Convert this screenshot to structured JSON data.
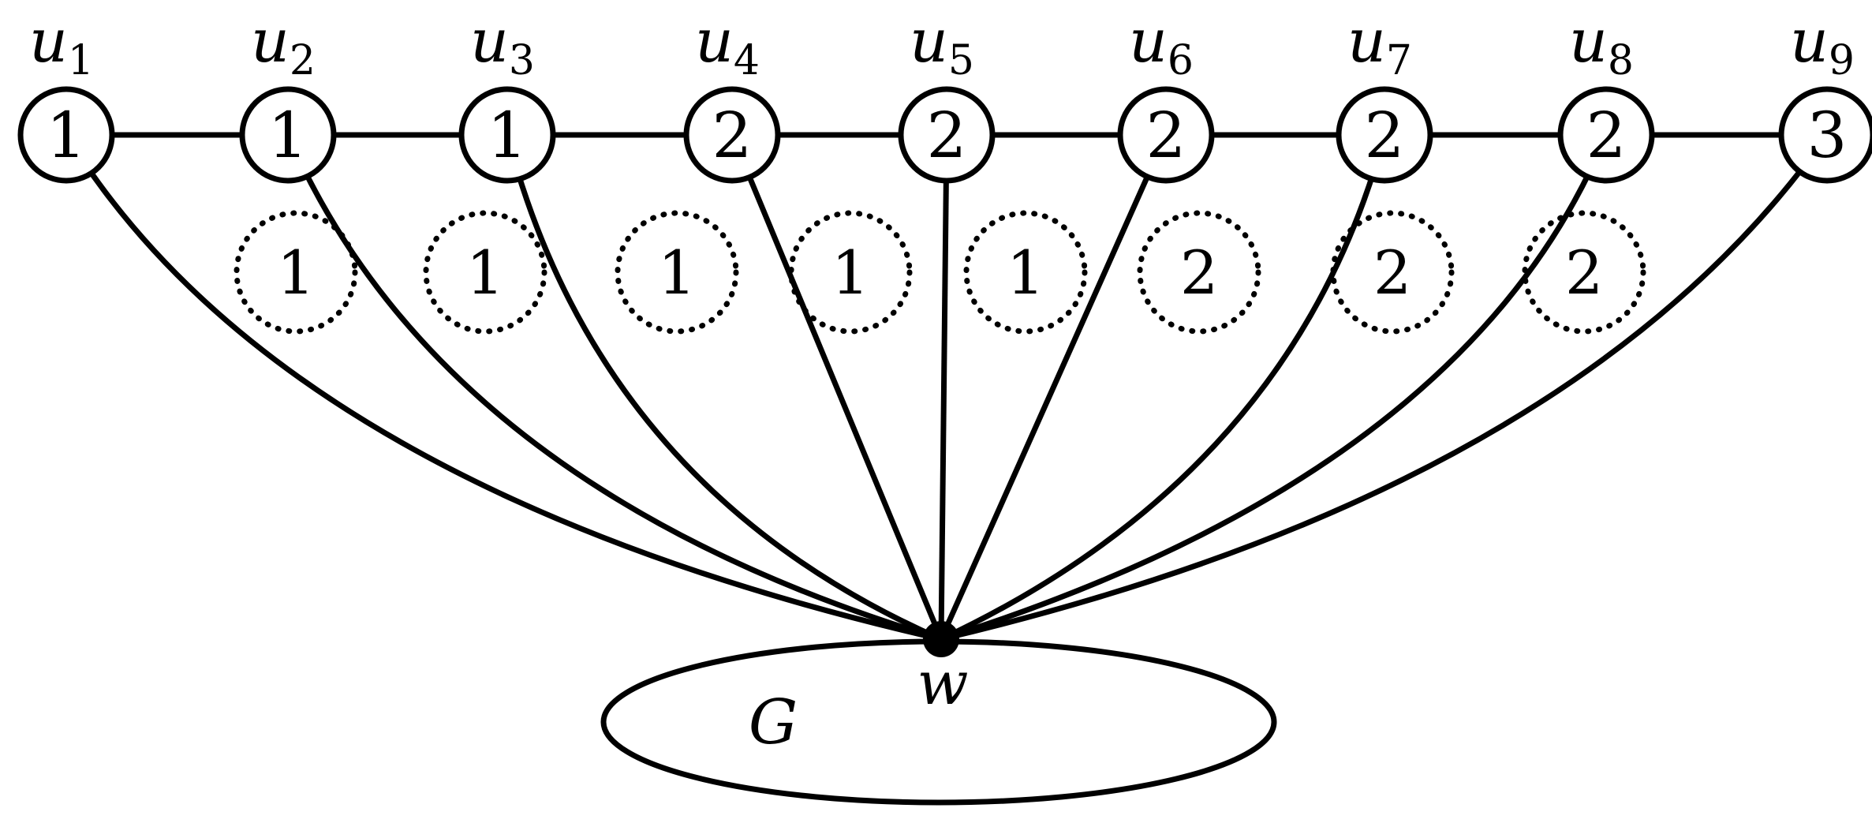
{
  "diagram": {
    "vertices": [
      {
        "name": "u",
        "sub": "1",
        "value": "1"
      },
      {
        "name": "u",
        "sub": "2",
        "value": "1"
      },
      {
        "name": "u",
        "sub": "3",
        "value": "1"
      },
      {
        "name": "u",
        "sub": "4",
        "value": "2"
      },
      {
        "name": "u",
        "sub": "5",
        "value": "2"
      },
      {
        "name": "u",
        "sub": "6",
        "value": "2"
      },
      {
        "name": "u",
        "sub": "7",
        "value": "2"
      },
      {
        "name": "u",
        "sub": "8",
        "value": "2"
      },
      {
        "name": "u",
        "sub": "9",
        "value": "3"
      }
    ],
    "faces": [
      "1",
      "1",
      "1",
      "1",
      "1",
      "2",
      "2",
      "2"
    ],
    "hub": {
      "label": "w"
    },
    "graph": {
      "label": "G"
    }
  }
}
